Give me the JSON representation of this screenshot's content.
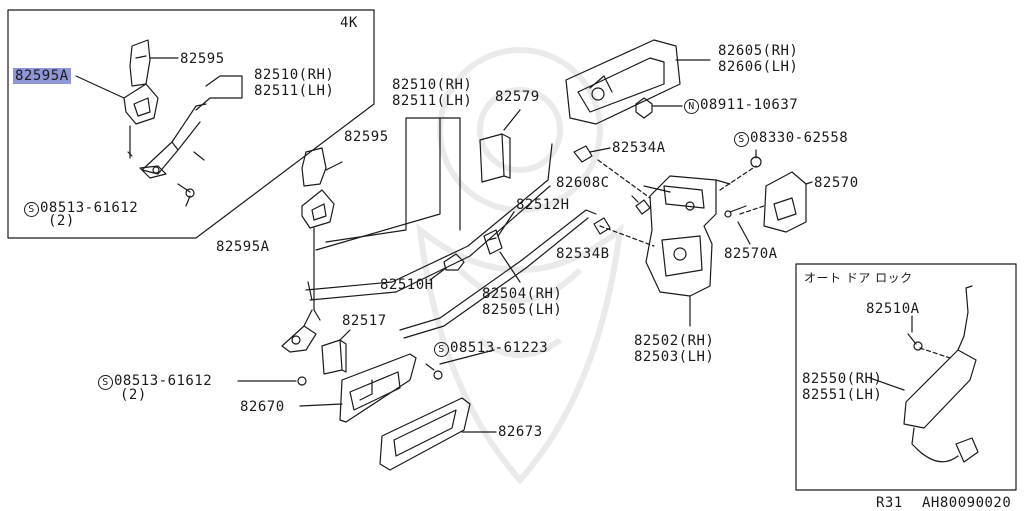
{
  "inset_top_left": {
    "title": "4K"
  },
  "inset_bottom_right": {
    "title": "オート ドア ロック"
  },
  "labels": {
    "p82595_inset": "82595",
    "p82595A_inset": "82595A",
    "p82510_inset": "82510(RH)",
    "p82511_inset": "82511(LH)",
    "s08513_inset": "08513-61612",
    "s08513_inset_qty": "(2)",
    "p82510_main": "82510(RH)",
    "p82511_main": "82511(LH)",
    "p82579": "82579",
    "p82595_main": "82595",
    "p82595A_main": "82595A",
    "p82512H": "82512H",
    "p82510H": "82510H",
    "p82504": "82504(RH)",
    "p82505": "82505(LH)",
    "p82517": "82517",
    "s08513_61223": "08513-61223",
    "s08513_main": "08513-61612",
    "s08513_main_qty": "(2)",
    "p82670": "82670",
    "p82673": "82673",
    "p82605": "82605(RH)",
    "p82606": "82606(LH)",
    "n08911": "08911-10637",
    "p82534A": "82534A",
    "s08330": "08330-62558",
    "p82608C": "82608C",
    "p82570": "82570",
    "p82534B": "82534B",
    "p82570A": "82570A",
    "p82502": "82502(RH)",
    "p82503": "82503(LH)",
    "p82510A": "82510A",
    "p82550": "82550(RH)",
    "p82551": "82551(LH)"
  },
  "symbols": {
    "screw_s": "S",
    "nut_n": "N"
  },
  "footer": {
    "ref": "R31",
    "code": "AH80090020"
  },
  "colors": {
    "highlight": "#8f96d8",
    "line": "#1a1a1a"
  }
}
